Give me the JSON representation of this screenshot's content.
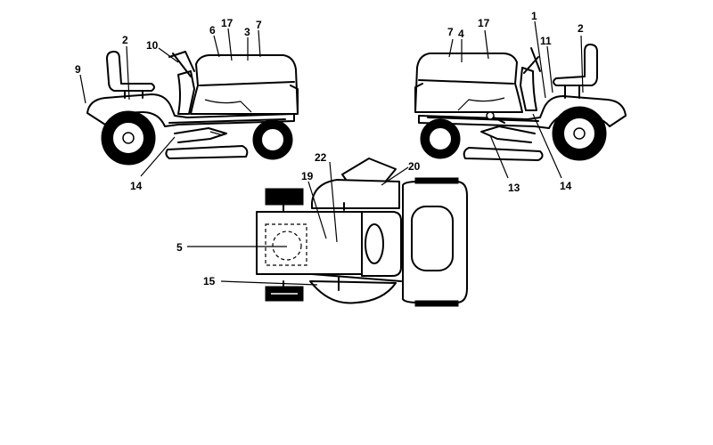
{
  "labels": {
    "left_9": "9",
    "left_2": "2",
    "left_10": "10",
    "left_6": "6",
    "left_17": "17",
    "left_3": "3",
    "left_7": "7",
    "left_14": "14",
    "right_7": "7",
    "right_4": "4",
    "right_17": "17",
    "right_1": "1",
    "right_2": "2",
    "right_11": "11",
    "right_13": "13",
    "right_14": "14",
    "top_22": "22",
    "top_20": "20",
    "top_19": "19",
    "top_5": "5",
    "top_15": "15"
  }
}
